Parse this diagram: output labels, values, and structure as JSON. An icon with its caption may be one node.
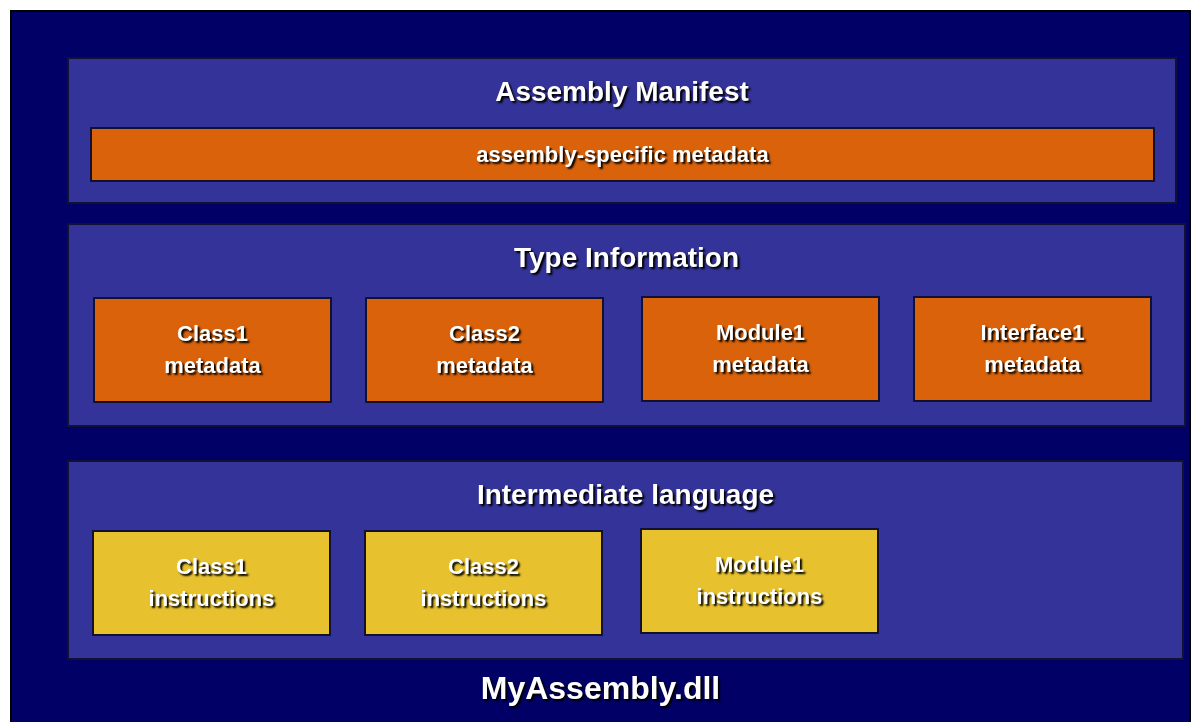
{
  "diagram": {
    "nodes": [
      {
        "text": [
          "MyAssembly.dll"
        ]
      },
      {
        "text": [
          "Assembly Manifest"
        ],
        "in": 0
      },
      {
        "text": [
          "assembly-specific metadata"
        ],
        "in": 1
      },
      {
        "text": [
          "Type Information"
        ],
        "in": 0
      },
      {
        "text": [
          "Class1 metadata"
        ],
        "in": 3
      },
      {
        "text": [
          "Class2 metadata"
        ],
        "in": 3
      },
      {
        "text": [
          "Module1 metadata"
        ],
        "in": 3
      },
      {
        "text": [
          "Interface1 metadata"
        ],
        "in": 3
      },
      {
        "text": [
          "Intermediate language"
        ],
        "in": 0
      },
      {
        "text": [
          "Class1 instructions"
        ],
        "in": 8
      },
      {
        "text": [
          "Class2 instructions"
        ],
        "in": 8
      },
      {
        "text": [
          "Module1 instructions"
        ],
        "in": 8
      }
    ]
  }
}
